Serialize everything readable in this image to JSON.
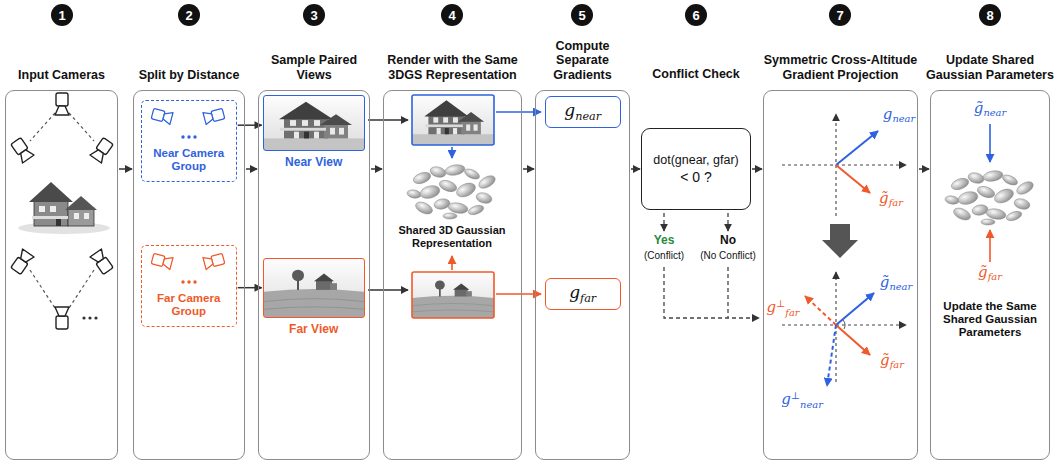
{
  "diagram": {
    "nodes": [
      {
        "text": [
          "1"
        ]
      },
      {
        "text": [
          "Input Cameras"
        ]
      },
      {
        "text": [
          "2"
        ]
      },
      {
        "text": [
          "Split by Distance"
        ]
      },
      {
        "text": [
          "Near Camera Group"
        ],
        "in": 3
      },
      {
        "text": [
          "Far Camera Group"
        ],
        "in": 3
      },
      {
        "text": [
          "3"
        ]
      },
      {
        "text": [
          "Sample Paired Views"
        ]
      },
      {
        "text": [
          "Near View"
        ],
        "in": 7
      },
      {
        "text": [
          "Far View"
        ],
        "in": 7
      },
      {
        "text": [
          "4"
        ]
      },
      {
        "text": [
          "Render with the Same 3DGS Representation"
        ]
      },
      {
        "text": [
          "5"
        ]
      },
      {
        "text": [
          "Compute Separate Gradients"
        ]
      },
      {
        "text": [
          "gnear"
        ],
        "in": 13
      },
      {
        "text": [
          "gfar"
        ],
        "in": 13
      },
      {
        "text": [
          "6"
        ]
      },
      {
        "text": [
          "dot(gnear, gfar)",
          "< 0 ?"
        ]
      },
      {
        "text": [
          "7"
        ]
      },
      {
        "text": [
          "Symmetric Cross-Altitude Gradient Projection"
        ]
      },
      {
        "text": [
          "8"
        ]
      },
      {
        "text": [
          "Update Shared Gaussian Parameters"
        ]
      }
    ],
    "edges": [
      {
        "from": 1,
        "to": 3,
        "arrow": "to"
      },
      {
        "from": 4,
        "to": 8,
        "arrow": "to"
      },
      {
        "from": 5,
        "to": 9,
        "arrow": "to"
      },
      {
        "from": 3,
        "to": 7,
        "arrow": "to"
      },
      {
        "from": 7,
        "to": 11,
        "arrow": "to"
      },
      {
        "from": 11,
        "to": 13,
        "arrow": "to"
      },
      {
        "from": 13,
        "to": 17,
        "arrow": "to"
      },
      {
        "from": 17,
        "to": 19,
        "arrow": "to"
      },
      {
        "from": 19,
        "to": 21,
        "arrow": "to"
      }
    ],
    "labels": [
      "Conflict Check",
      "Shared 3D Gaussian Representation",
      "Yes",
      "(Conflict)",
      "No",
      "(No Conflict)",
      "gnear",
      "g̃far",
      "g̃near",
      "g⊥far",
      "g̃far",
      "g⊥near",
      "g̃near",
      "g̃far",
      "Update the Same Shared Gaussian Parameters"
    ]
  }
}
